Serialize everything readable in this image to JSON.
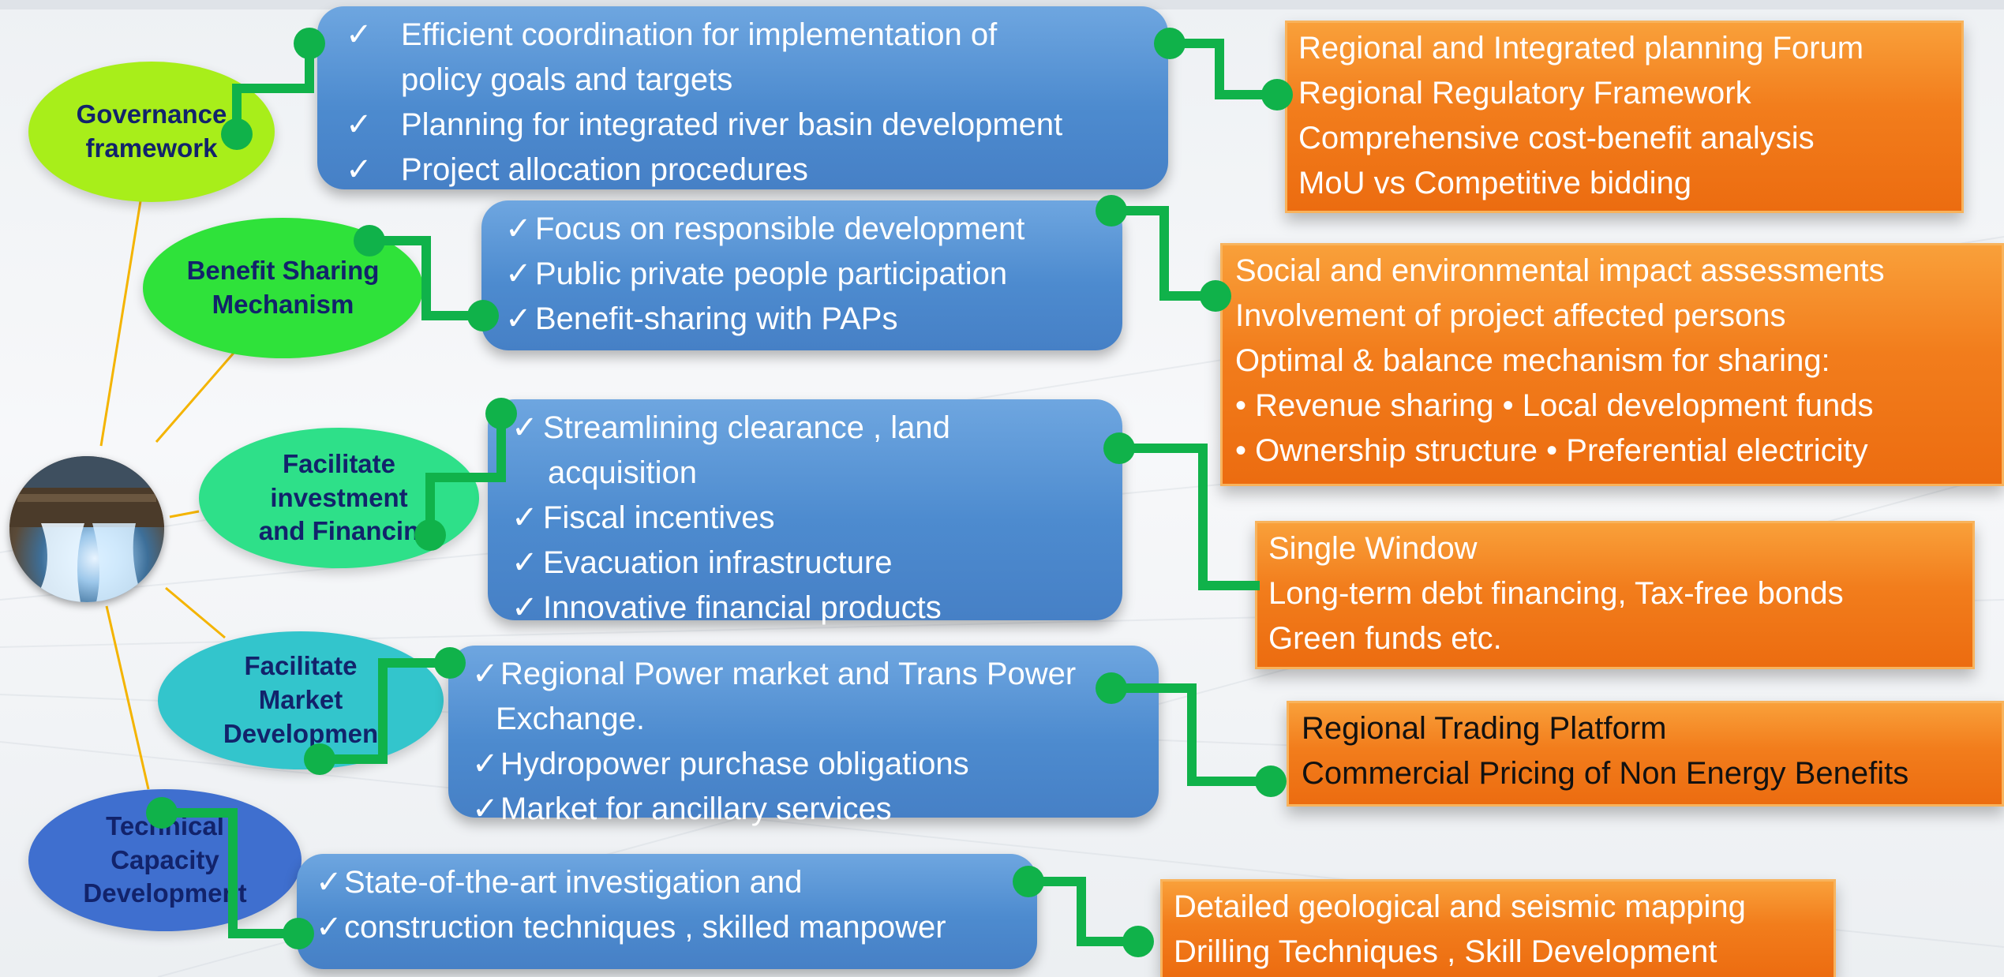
{
  "pillars": [
    {
      "lines": [
        "Governance",
        "framework"
      ],
      "color": "#a8ee1a"
    },
    {
      "lines": [
        "Benefit Sharing",
        "Mechanism"
      ],
      "color": "#2fe23a"
    },
    {
      "lines": [
        "Facilitate",
        "investment",
        "and Financin"
      ],
      "color": "#2ee089"
    },
    {
      "lines": [
        "Facilitate",
        "Market",
        "Developmen"
      ],
      "color": "#33c5cc"
    },
    {
      "lines": [
        "Technical",
        "Capacity",
        "Development"
      ],
      "color": "#3f6fcf"
    }
  ],
  "measures": [
    {
      "lines": [
        {
          "check": "✓",
          "text": "Efficient coordination for implementation of"
        },
        {
          "check": "",
          "text": "policy goals and targets"
        },
        {
          "check": "✓",
          "text": "Planning for integrated river basin development"
        },
        {
          "check": "✓",
          "text": "Project allocation procedures"
        }
      ]
    },
    {
      "lines": [
        {
          "check": "✓",
          "text": "Focus on responsible development"
        },
        {
          "check": "✓",
          "text": "Public private people participation"
        },
        {
          "check": "✓",
          "text": "Benefit-sharing with PAPs"
        }
      ]
    },
    {
      "lines": [
        {
          "check": "✓",
          "text": "Streamlining clearance , land"
        },
        {
          "check": "",
          "text": "acquisition"
        },
        {
          "check": "✓",
          "text": "Fiscal incentives"
        },
        {
          "check": "✓",
          "text": "Evacuation infrastructure"
        },
        {
          "check": "✓",
          "text": "Innovative financial products"
        }
      ]
    },
    {
      "lines": [
        {
          "check": "✓",
          "text": "Regional Power market and Trans Power"
        },
        {
          "check": "",
          "text": "Exchange."
        },
        {
          "check": "✓",
          "text": "Hydropower purchase obligations"
        },
        {
          "check": "✓",
          "text": "Market for ancillary services"
        }
      ]
    },
    {
      "lines": [
        {
          "check": "✓",
          "text": "State-of-the-art investigation and"
        },
        {
          "check": "✓",
          "text": "construction techniques , skilled manpower"
        }
      ]
    }
  ],
  "outcomes": [
    {
      "lines": [
        "Regional and Integrated planning Forum",
        "Regional Regulatory Framework",
        "Comprehensive cost-benefit analysis",
        "MoU  vs Competitive bidding"
      ]
    },
    {
      "lines": [
        "Social and environmental impact assessments",
        "Involvement of project affected persons",
        "Optimal  & balance mechanism for sharing:",
        "• Revenue sharing  • Local development funds",
        "• Ownership structure • Preferential electricity"
      ]
    },
    {
      "lines": [
        "Single Window",
        "Long-term debt financing, Tax-free bonds",
        "Green funds etc."
      ]
    },
    {
      "lines": [
        "Regional Trading Platform",
        "Commercial Pricing of Non Energy Benefits"
      ]
    },
    {
      "lines": [
        "Detailed geological and seismic mapping",
        "Drilling Techniques , Skill Development"
      ]
    }
  ],
  "colors": {
    "connector": "#10b24a",
    "spoke": "#f4b400",
    "measure_box": "#5b96d6",
    "outcome_box": "#f27d1c"
  },
  "hub_icon": "hydropower-dam-photo"
}
